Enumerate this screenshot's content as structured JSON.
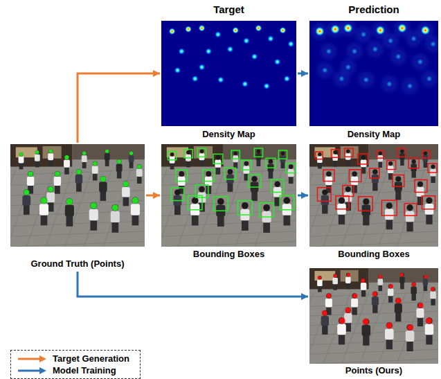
{
  "diagram": {
    "nodes": [
      {
        "text": [
          "Density Map"
        ]
      },
      {
        "text": [
          "Density Map"
        ]
      },
      {
        "text": [
          "Ground Truth (Points)"
        ]
      },
      {
        "text": [
          "Bounding Boxes"
        ]
      },
      {
        "text": [
          "Bounding Boxes"
        ]
      },
      {
        "text": [
          "Points (Ours)"
        ]
      }
    ],
    "edges": [
      {
        "from": 2,
        "to": 0,
        "arrow": "to"
      },
      {
        "from": 2,
        "to": 3,
        "arrow": "to"
      },
      {
        "from": 0,
        "to": 1,
        "arrow": "to"
      },
      {
        "from": 3,
        "to": 4,
        "arrow": "to"
      },
      {
        "from": 2,
        "to": 5,
        "arrow": "to"
      }
    ],
    "labels": [
      "Target",
      "Prediction"
    ],
    "legend": [
      {
        "text": "Target Generation"
      },
      {
        "text": "Model Training"
      }
    ]
  }
}
